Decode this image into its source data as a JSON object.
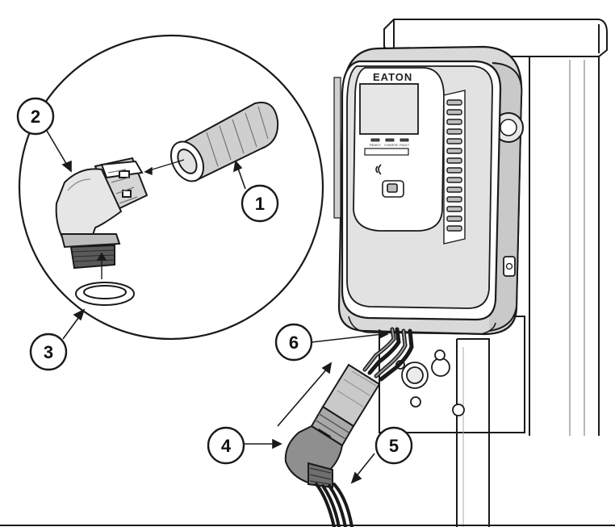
{
  "brand": {
    "logo_text": "EATON"
  },
  "status_lights": [
    "READY",
    "CHARGE",
    "FAULT"
  ],
  "callouts": [
    {
      "id": "1",
      "label": "1"
    },
    {
      "id": "2",
      "label": "2"
    },
    {
      "id": "3",
      "label": "3"
    },
    {
      "id": "4",
      "label": "4"
    },
    {
      "id": "5",
      "label": "5"
    },
    {
      "id": "6",
      "label": "6"
    }
  ],
  "colors": {
    "line": "#1a1a1a",
    "light_gray": "#d9d9d9",
    "mid_gray": "#a8a8a8",
    "dark_gray": "#6f6f6f",
    "white": "#ffffff"
  }
}
